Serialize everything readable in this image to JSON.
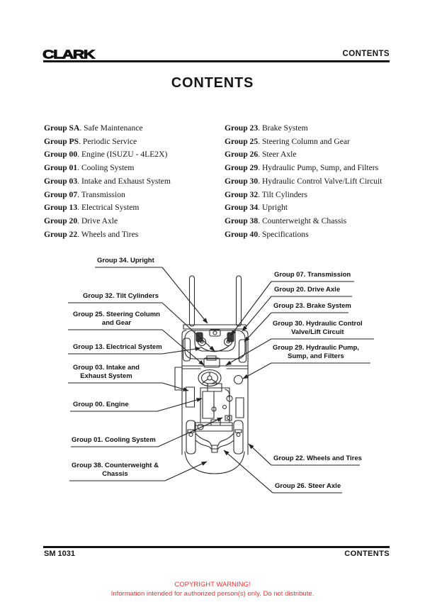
{
  "header": {
    "logo": "CLARK",
    "section": "CONTENTS"
  },
  "title": "CONTENTS",
  "toc": {
    "sep": ". ",
    "left": [
      {
        "group": "Group SA",
        "title": "Safe Maintenance"
      },
      {
        "group": "Group PS",
        "title": "Periodic Service"
      },
      {
        "group": "Group 00",
        "title": "Engine (ISUZU - 4LE2X)"
      },
      {
        "group": "Group 01",
        "title": "Cooling System"
      },
      {
        "group": "Group 03",
        "title": "Intake and Exhaust System"
      },
      {
        "group": "Group 07",
        "title": "Transmission"
      },
      {
        "group": "Group 13",
        "title": "Electrical System"
      },
      {
        "group": "Group 20",
        "title": "Drive Axle"
      },
      {
        "group": "Group 22",
        "title": "Wheels and Tires"
      }
    ],
    "right": [
      {
        "group": "Group 23",
        "title": "Brake  System"
      },
      {
        "group": "Group 25",
        "title": "Steering Column and Gear"
      },
      {
        "group": "Group 26",
        "title": "Steer Axle"
      },
      {
        "group": "Group 29",
        "title": "Hydraulic Pump, Sump, and Filters"
      },
      {
        "group": "Group 30",
        "title": "Hydraulic Control Valve/Lift Circuit"
      },
      {
        "group": "Group 32",
        "title": "Tilt Cylinders"
      },
      {
        "group": "Group 34",
        "title": "Upright"
      },
      {
        "group": "Group 38",
        "title": "Counterweight  & Chassis"
      },
      {
        "group": "Group 40",
        "title": "Specifications"
      }
    ]
  },
  "diagram": {
    "labels": {
      "g34": "Group 34. Upright",
      "g32": "Group 32. Tilt Cylinders",
      "g25": "Group 25. Steering Column\nand Gear",
      "g13": "Group 13. Electrical System",
      "g03": "Group 03. Intake and\nExhaust System",
      "g00": "Group 00. Engine",
      "g01": "Group 01. Cooling System",
      "g38": "Group 38. Counterweight &\nChassis",
      "g07": "Group 07. Transmission",
      "g20": "Group 20. Drive Axle",
      "g23": "Group 23. Brake System",
      "g30": "Group 30. Hydraulic Control\nValve/Lift Circuit",
      "g29": "Group 29. Hydraulic Pump,\nSump, and Filters",
      "g22": "Group 22. Wheels and Tires",
      "g26": "Group 26. Steer Axle"
    }
  },
  "footer": {
    "left": "SM 1031",
    "right": "CONTENTS"
  },
  "warning": {
    "line1": "COPYRIGHT WARNING!",
    "line2": "Information intended for authorized person(s) only. Do not distribute.",
    "color": "#f42f2f"
  },
  "colors": {
    "ink": "#161616",
    "warning_red": "#f42f2f"
  }
}
